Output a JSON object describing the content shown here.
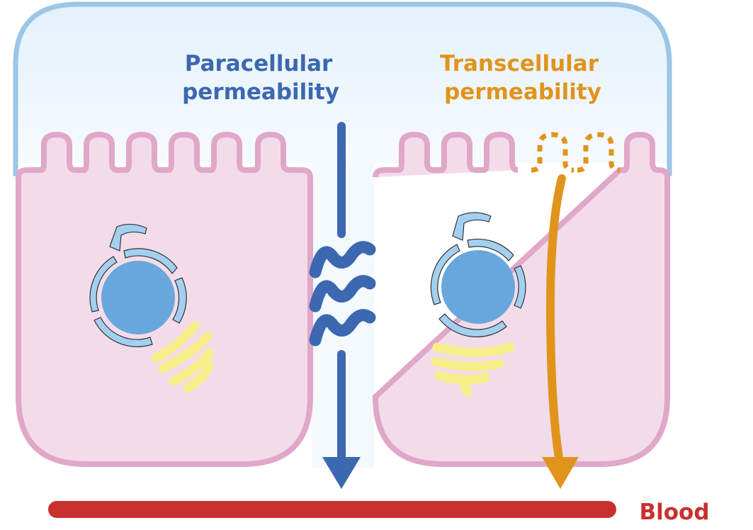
{
  "labels": {
    "paracellular_line1": "Paracellular",
    "paracellular_line2": "permeability",
    "transcellular_line1": "Transcellular",
    "transcellular_line2": "permeability",
    "blood": "Blood"
  },
  "colors": {
    "paracellular": "#3b68b0",
    "transcellular": "#e0941c",
    "blood": "#c8302e",
    "cell_fill": "#f3dcea",
    "cell_stroke": "#e0a7c9",
    "lumen_stroke": "#9cc5e6",
    "nucleus": "#68a7dc",
    "er": "#a3d0f1",
    "golgi": "#f8ee8a"
  }
}
